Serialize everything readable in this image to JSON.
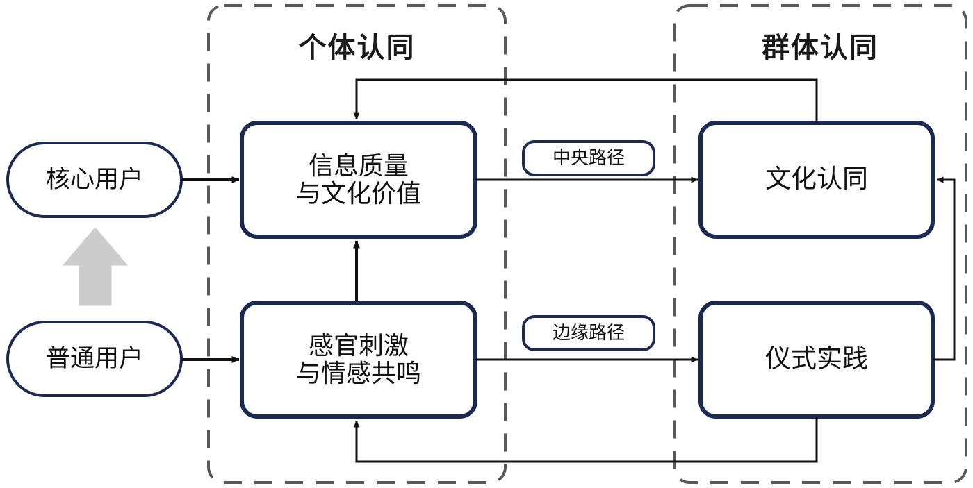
{
  "diagram": {
    "title_present": false,
    "colors": {
      "node_stroke": "#1b2a52",
      "group_stroke": "#595959",
      "edge_stroke": "#111111",
      "gray_arrow": "#cccccc",
      "background": "#ffffff",
      "text": "#111111"
    },
    "groups": [
      {
        "id": "individual",
        "label": "个体认同"
      },
      {
        "id": "collective",
        "label": "群体认同"
      }
    ],
    "actors": [
      {
        "id": "core-user",
        "label": "核心用户",
        "shape": "stadium"
      },
      {
        "id": "general-user",
        "label": "普通用户",
        "shape": "stadium"
      }
    ],
    "processes": [
      {
        "id": "info-quality",
        "line1": "信息质量",
        "line2": "与文化价值"
      },
      {
        "id": "sensory",
        "line1": "感官刺激",
        "line2": "与情感共鸣"
      }
    ],
    "outcomes": [
      {
        "id": "cultural-identity",
        "label": "文化认同"
      },
      {
        "id": "ritual-practice",
        "label": "仪式实践"
      }
    ],
    "path_labels": [
      {
        "id": "central-route",
        "label": "中央路径"
      },
      {
        "id": "peripheral-route",
        "label": "边缘路径"
      }
    ],
    "edges": [
      {
        "id": "core-to-info",
        "from": "核心用户",
        "to": "信息质量与文化价值",
        "style": "solid-arrow"
      },
      {
        "id": "general-to-sensory",
        "from": "普通用户",
        "to": "感官刺激与情感共鸣",
        "style": "solid-arrow"
      },
      {
        "id": "sensory-to-info",
        "from": "感官刺激与情感共鸣",
        "to": "信息质量与文化价值",
        "style": "solid-arrow"
      },
      {
        "id": "info-to-cultural",
        "from": "信息质量与文化价值",
        "to": "文化认同",
        "label": "中央路径",
        "style": "solid-arrow"
      },
      {
        "id": "sensory-to-ritual",
        "from": "感官刺激与情感共鸣",
        "to": "仪式实践",
        "label": "边缘路径",
        "style": "solid-arrow"
      },
      {
        "id": "cultural-feedback-top",
        "from": "文化认同",
        "to": "信息质量与文化价值",
        "style": "solid-arrow-feedback"
      },
      {
        "id": "ritual-feedback-bottom",
        "from": "仪式实践",
        "to": "感官刺激与情感共鸣",
        "style": "solid-arrow-feedback"
      },
      {
        "id": "ritual-to-cultural",
        "from": "仪式实践",
        "to": "文化认同",
        "style": "solid-arrow-loop"
      },
      {
        "id": "general-to-core-upgrade",
        "from": "普通用户",
        "to": "核心用户",
        "style": "thick-gray-block-arrow"
      }
    ]
  }
}
